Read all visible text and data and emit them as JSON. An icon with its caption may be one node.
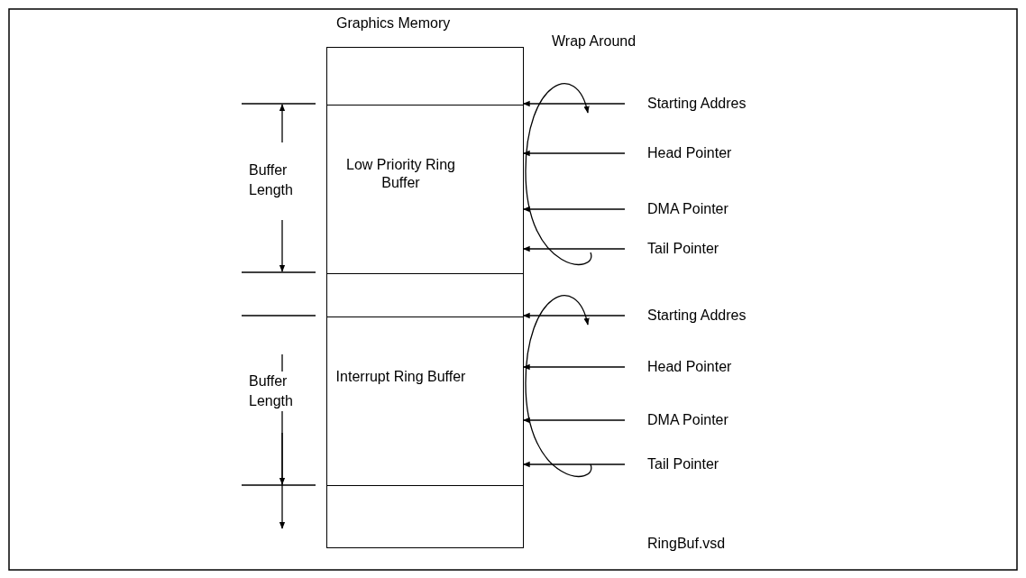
{
  "diagram": {
    "nodes": [
      {
        "text": [
          "Graphics Memory"
        ]
      },
      {
        "text": [
          "Low Priority Ring Buffer"
        ],
        "in": 0
      },
      {
        "text": [
          "Interrupt Ring Buffer"
        ],
        "in": 0
      },
      {
        "text": [
          "Starting Addres"
        ]
      },
      {
        "text": [
          "Head Pointer"
        ]
      },
      {
        "text": [
          "DMA Pointer"
        ]
      },
      {
        "text": [
          "Tail Pointer"
        ]
      },
      {
        "text": [
          "Starting Addres"
        ]
      },
      {
        "text": [
          "Head Pointer"
        ]
      },
      {
        "text": [
          "DMA Pointer"
        ]
      },
      {
        "text": [
          "Tail Pointer"
        ]
      }
    ],
    "edges": [
      {
        "from": 3,
        "to": 1,
        "arrow": "to"
      },
      {
        "from": 4,
        "to": 1,
        "arrow": "to"
      },
      {
        "from": 5,
        "to": 1,
        "arrow": "to"
      },
      {
        "from": 6,
        "to": 1,
        "arrow": "to"
      },
      {
        "from": 7,
        "to": 2,
        "arrow": "to"
      },
      {
        "from": 8,
        "to": 2,
        "arrow": "to"
      },
      {
        "from": 9,
        "to": 2,
        "arrow": "to"
      },
      {
        "from": 10,
        "to": 2,
        "arrow": "to"
      }
    ],
    "labels": [
      "Wrap Around",
      "Buffer Length",
      "Buffer Length",
      "RingBuf.vsd"
    ]
  }
}
